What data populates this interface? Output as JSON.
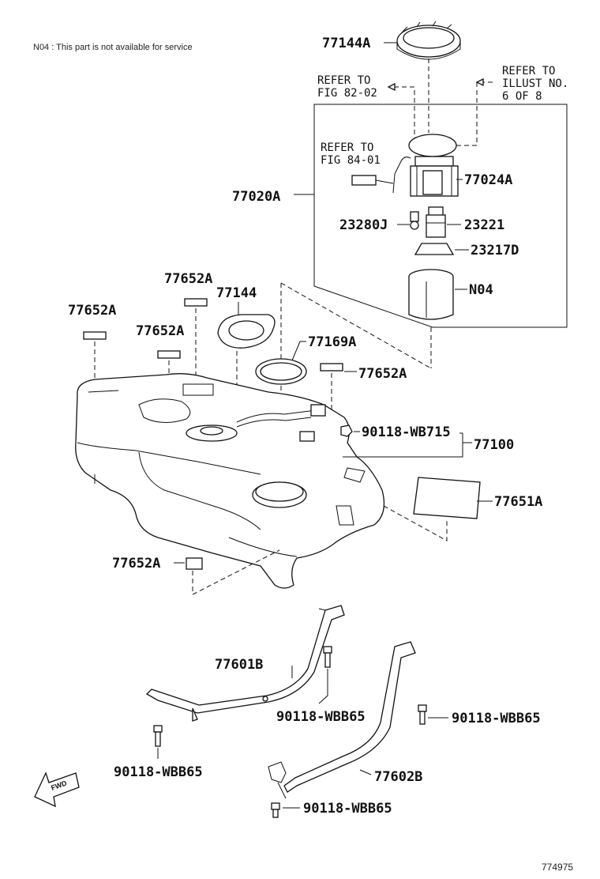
{
  "note": "N04 : This part is not available for service",
  "figure_id": "774975",
  "fwd_label": "FWD",
  "refs": {
    "fig_82_02": [
      "REFER TO",
      "FIG 82-02"
    ],
    "illust": [
      "REFER TO",
      "ILLUST NO.",
      "6 OF 8"
    ],
    "fig_84_01": [
      "REFER TO",
      "FIG 84-01"
    ]
  },
  "labels": {
    "p77144A": "77144A",
    "p77020A": "77020A",
    "p77024A": "77024A",
    "p23280J": "23280J",
    "p23221": "23221",
    "p23217D": "23217D",
    "pN04": "N04",
    "p77652A_1": "77652A",
    "p77144": "77144",
    "p77652A_2": "77652A",
    "p77652A_3": "77652A",
    "p77169A": "77169A",
    "p77652A_4": "77652A",
    "p90118_WB715": "90118-WB715",
    "p77100": "77100",
    "p77651A": "77651A",
    "p77652A_5": "77652A",
    "p77601B": "77601B",
    "p90118_WBB65_1": "90118-WBB65",
    "p90118_WBB65_2": "90118-WBB65",
    "p90118_WBB65_3": "90118-WBB65",
    "p77602B": "77602B",
    "p90118_WBB65_4": "90118-WBB65"
  }
}
